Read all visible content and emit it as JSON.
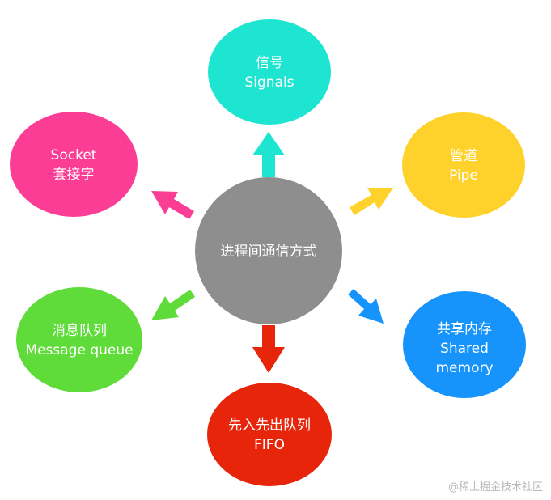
{
  "center": {
    "label": "进程间通信方式",
    "color": "#8e8e8e"
  },
  "nodes": [
    {
      "id": "signals",
      "line1": "信号",
      "line2": "Signals",
      "line3": "",
      "color": "#1ee5d2",
      "arrow_color": "#1ee5d2"
    },
    {
      "id": "pipe",
      "line1": "管道",
      "line2": "Pipe",
      "line3": "",
      "color": "#fed22b",
      "arrow_color": "#fed22b"
    },
    {
      "id": "shared-memory",
      "line1": "共享内存",
      "line2": "Shared",
      "line3": "memory",
      "color": "#1794fb",
      "arrow_color": "#1794fb"
    },
    {
      "id": "fifo",
      "line1": "先入先出队列",
      "line2": "FIFO",
      "line3": "",
      "color": "#e6250b",
      "arrow_color": "#e6250b"
    },
    {
      "id": "message-queue",
      "line1": "消息队列",
      "line2": "Message queue",
      "line3": "",
      "color": "#5fdb3a",
      "arrow_color": "#5fdb3a"
    },
    {
      "id": "socket",
      "line1": "Socket",
      "line2": "套接字",
      "line3": "",
      "color": "#fb3d95",
      "arrow_color": "#fb3d95"
    }
  ],
  "watermark": "@稀土掘金技术社区"
}
